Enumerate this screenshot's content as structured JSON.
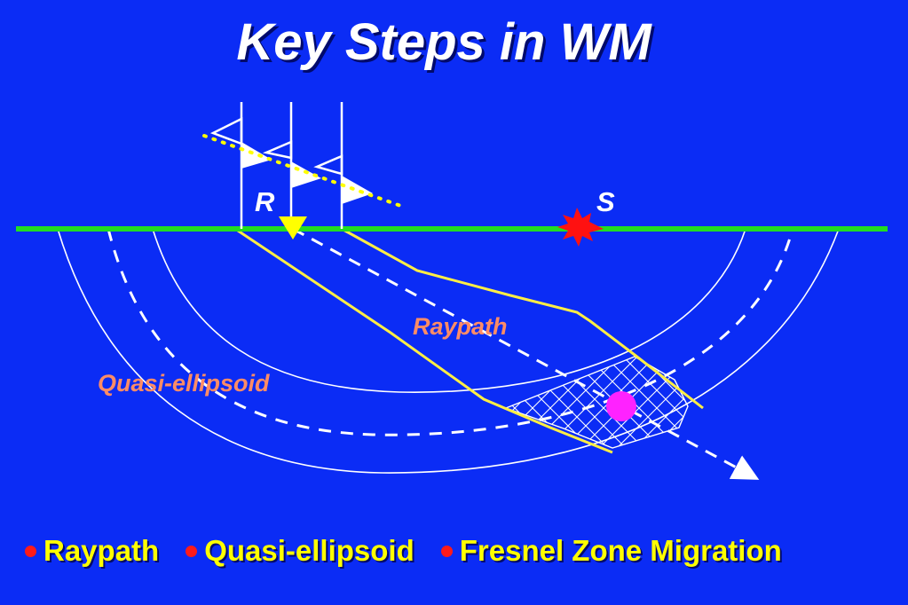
{
  "title": "Key Steps in WM",
  "diagram": {
    "receiver_label": "R",
    "source_label": "S",
    "raypath_label": "Raypath",
    "quasi_ellipsoid_label": "Quasi-ellipsoid"
  },
  "bullets": [
    "Raypath",
    "Quasi-ellipsoid",
    "Fresnel Zone Migration"
  ],
  "colors": {
    "background": "#0b2cf5",
    "surface": "#22dd22",
    "ray": "#ffee44",
    "label": "#ff8c66",
    "bullet_text": "#ffff00",
    "bullet_dot": "#ff1a1a",
    "image_point": "#ff22ff",
    "source": "#ff1111"
  }
}
